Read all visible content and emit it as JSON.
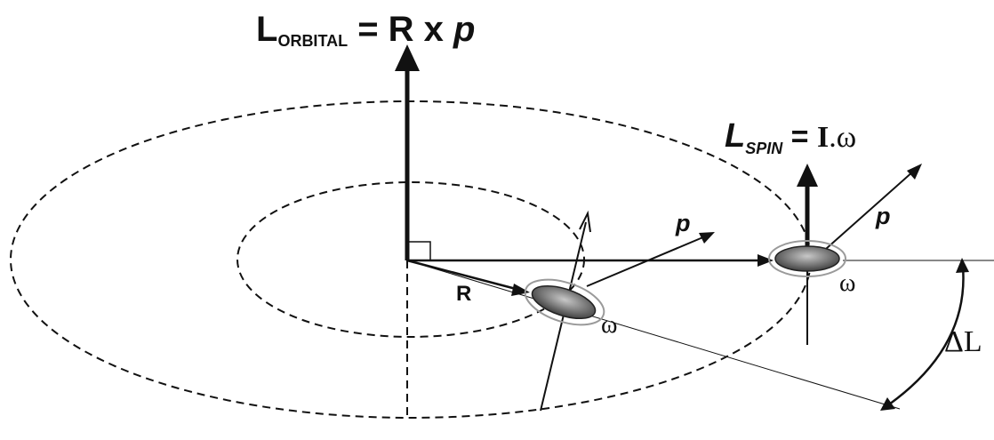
{
  "labels": {
    "orbital_L": "L",
    "orbital_sub": "ORBITAL",
    "orbital_eq": " = R x ",
    "orbital_p": "p",
    "spin_L": "L",
    "spin_sub": "SPIN",
    "spin_eq": " = ",
    "spin_I": "I",
    "spin_omega": ".ω",
    "radius": "R",
    "momentum_inner": "p",
    "momentum_outer": "p",
    "omega_inner": "ω",
    "omega_outer": "ω",
    "delta_L": "ΔL"
  },
  "colors": {
    "ink": "#111111",
    "body_fill": "#7a7a7a",
    "ring": "#999999",
    "background": "#ffffff"
  }
}
